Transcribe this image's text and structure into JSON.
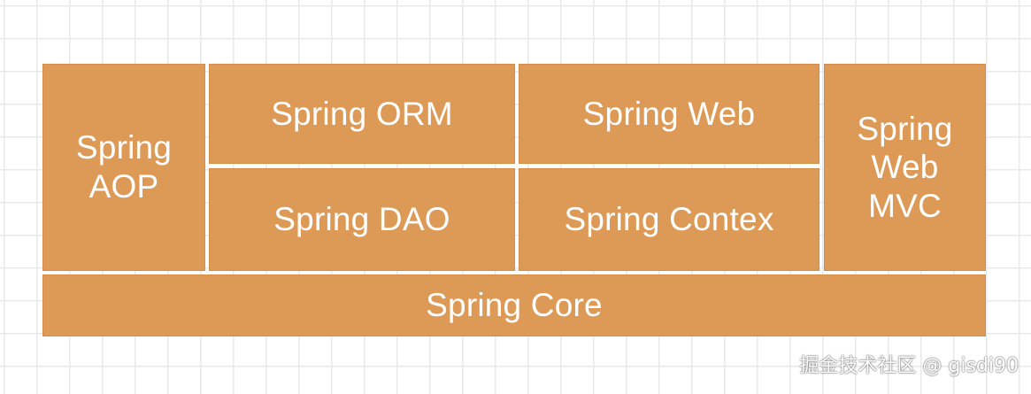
{
  "diagram": {
    "modules": {
      "aop": "Spring AOP",
      "orm": "Spring ORM",
      "web": "Spring Web",
      "dao": "Spring DAO",
      "context": "Spring Contex",
      "webmvc": "Spring Web MVC",
      "core": "Spring Core"
    },
    "colors": {
      "box_fill": "#dd9a56",
      "box_text": "#ffffff",
      "grid_line": "#e9e9e9"
    }
  },
  "watermark": "掘金技术社区 @ gisdi90"
}
